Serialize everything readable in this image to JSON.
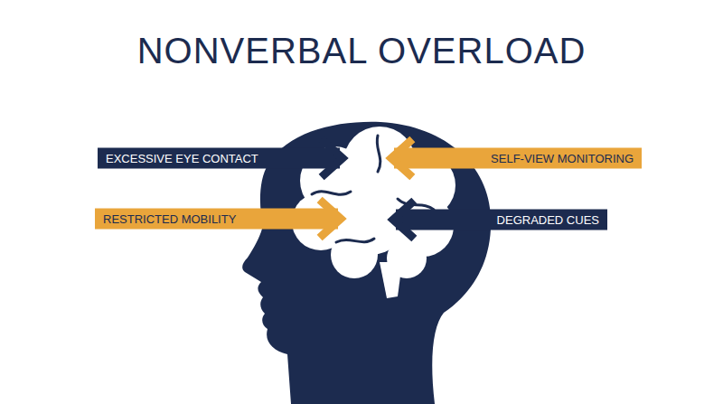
{
  "diagram": {
    "title": "NONVERBAL OVERLOAD",
    "nodes": [
      {
        "text": [
          "EXCESSIVE EYE CONTACT"
        ]
      },
      {
        "text": [
          "SELF-VIEW MONITORING"
        ]
      },
      {
        "text": [
          "RESTRICTED MOBILITY"
        ]
      },
      {
        "text": [
          "DEGRADED CUES"
        ]
      }
    ]
  }
}
